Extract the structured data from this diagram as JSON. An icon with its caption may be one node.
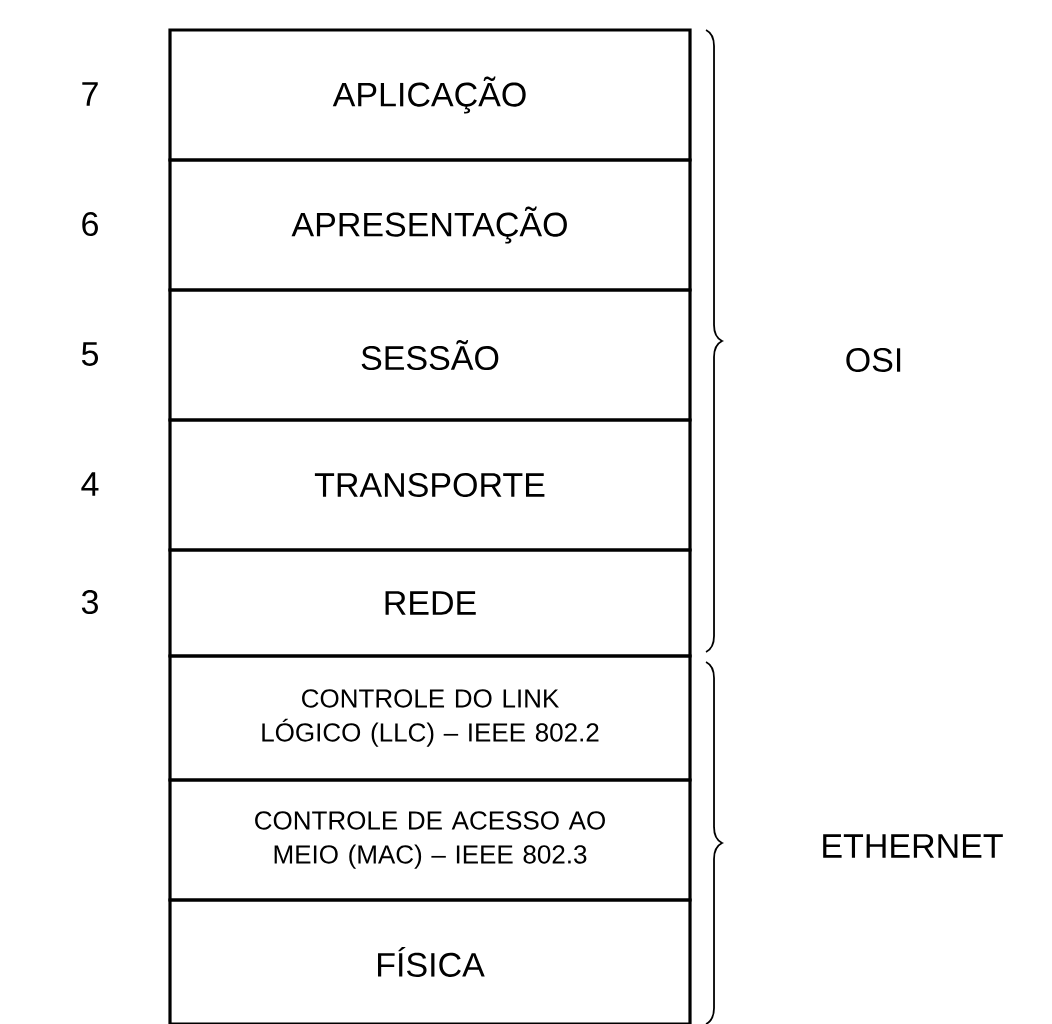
{
  "diagram": {
    "nodes": [
      {
        "text": [
          "APLICAÇÃO"
        ]
      },
      {
        "text": [
          "APRESENTAÇÃO"
        ]
      },
      {
        "text": [
          "SESSÃO"
        ]
      },
      {
        "text": [
          "TRANSPORTE"
        ]
      },
      {
        "text": [
          "REDE"
        ]
      },
      {
        "text": [
          "CONTROLE DO LINK LÓGICO (LLC) – IEEE 802.2"
        ]
      },
      {
        "text": [
          "CONTROLE DE ACESSO AO MEIO (MAC) – IEEE 802.3"
        ]
      },
      {
        "text": [
          "FÍSICA"
        ]
      }
    ],
    "labels": [
      "7",
      "6",
      "5",
      "4",
      "3",
      "OSI",
      "ETHERNET"
    ]
  }
}
